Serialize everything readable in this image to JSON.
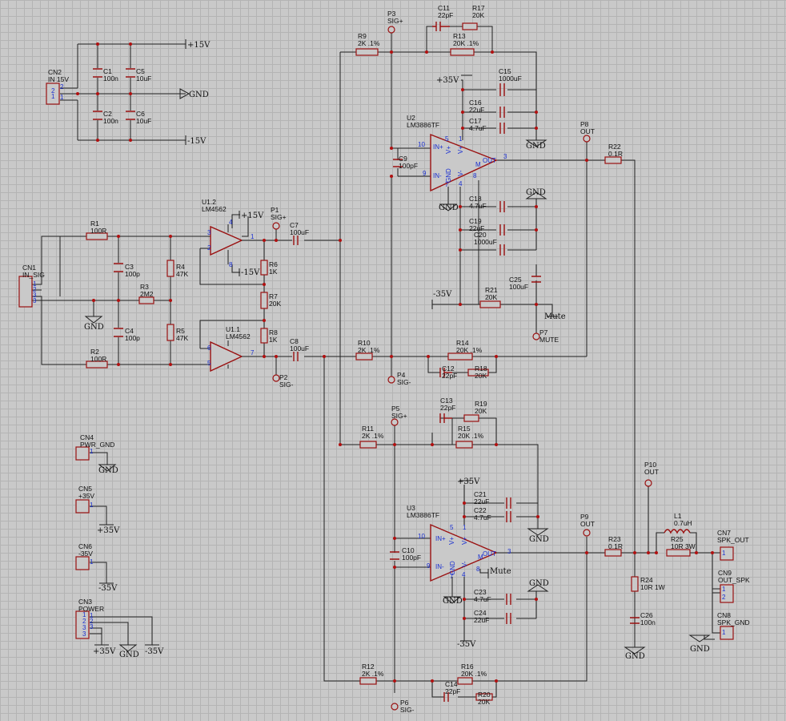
{
  "labels": {
    "cn2": [
      "CN2",
      "IN 15V"
    ],
    "c1": [
      "C1",
      "100n"
    ],
    "c5": [
      "C5",
      "10uF"
    ],
    "c2": [
      "C2",
      "100n"
    ],
    "c6": [
      "C6",
      "10uF"
    ],
    "p15a": "+15V",
    "gnd_top": "GND",
    "m15a": "-15V",
    "cn1": [
      "CN1",
      "IN_SIG"
    ],
    "r1": [
      "R1",
      "100R"
    ],
    "r2": [
      "R2",
      "100R"
    ],
    "c3": [
      "C3",
      "100p"
    ],
    "c4": [
      "C4",
      "100p"
    ],
    "r3": [
      "R3",
      "2M2"
    ],
    "r4": [
      "R4",
      "47K"
    ],
    "r5": [
      "R5",
      "47K"
    ],
    "u12": [
      "U1.2",
      "LM4562"
    ],
    "u11": [
      "U1.1",
      "LM4562"
    ],
    "p15b": "+15V",
    "m15b": "-15V",
    "r6": [
      "R6",
      "1K"
    ],
    "r7": [
      "R7",
      "20K"
    ],
    "r8": [
      "R8",
      "1K"
    ],
    "p1": [
      "P1",
      "SIG+"
    ],
    "p2": [
      "P2",
      "SIG-"
    ],
    "c7": [
      "C7",
      "100uF"
    ],
    "c8": [
      "C8",
      "100uF"
    ],
    "gnd_in": "GND",
    "p3": [
      "P3",
      "SIG+"
    ],
    "c11": [
      "C11",
      "22pF"
    ],
    "r17": [
      "R17",
      "20K"
    ],
    "r9": [
      "R9",
      "2K .1%"
    ],
    "r13": [
      "R13",
      "20K .1%"
    ],
    "c15": [
      "C15",
      "1000uF"
    ],
    "c16": [
      "C16",
      "22uF"
    ],
    "c17": [
      "C17",
      "4.7uF"
    ],
    "p35a": "+35V",
    "gnd_u2a": "GND",
    "u2": [
      "U2",
      "LM3886TF"
    ],
    "c9": [
      "C9",
      "100pF"
    ],
    "gnd_u2b": "GND",
    "gnd_u2c": "GND",
    "p8": [
      "P8",
      "OUT"
    ],
    "r22": [
      "R22",
      "0.1R"
    ],
    "c18": [
      "C18",
      "4.7uF"
    ],
    "c19": [
      "C19",
      "22uF"
    ],
    "c20": [
      "C20",
      "1000uF"
    ],
    "m35a": "-35V",
    "r21": [
      "R21",
      "20K"
    ],
    "c25": [
      "C25",
      "100uF"
    ],
    "mute_a": "Mute",
    "p7": [
      "P7",
      "MUTE"
    ],
    "r10": [
      "R10",
      "2K .1%"
    ],
    "r14": [
      "R14",
      "20K .1%"
    ],
    "p4": [
      "P4",
      "SIG-"
    ],
    "c12": [
      "C12",
      "22pF"
    ],
    "r18": [
      "R18",
      "20K"
    ],
    "p5": [
      "P5",
      "SIG+"
    ],
    "c13": [
      "C13",
      "22pF"
    ],
    "r19": [
      "R19",
      "20K"
    ],
    "r11": [
      "R11",
      "2K .1%"
    ],
    "r15": [
      "R15",
      "20K .1%"
    ],
    "p35b": "+35V",
    "c21": [
      "C21",
      "22uF"
    ],
    "c22": [
      "C22",
      "4.7uF"
    ],
    "gnd_u3a": "GND",
    "u3": [
      "U3",
      "LM3886TF"
    ],
    "c10": [
      "C10",
      "100pF"
    ],
    "gnd_u3b": "GND",
    "mute_b": "Mute",
    "p9": [
      "P9",
      "OUT"
    ],
    "r23": [
      "R23",
      "0.1R"
    ],
    "c23": [
      "C23",
      "4.7uF"
    ],
    "c24": [
      "C24",
      "22uF"
    ],
    "gnd_u3c": "GND",
    "m35b": "-35V",
    "r12": [
      "R12",
      "2K .1%"
    ],
    "r16": [
      "R16",
      "20K .1%"
    ],
    "c14": [
      "C14",
      "22pF"
    ],
    "r20": [
      "R20",
      "20K"
    ],
    "p6": [
      "P6",
      "SIG-"
    ],
    "p10": [
      "P10",
      "OUT"
    ],
    "l1": [
      "L1",
      "0.7uH"
    ],
    "r25": [
      "R25",
      "10R 3W"
    ],
    "r24": [
      "R24",
      "10R 1W"
    ],
    "c26": [
      "C26",
      "100n"
    ],
    "gnd_out": "GND",
    "cn7": [
      "CN7",
      "SPK_OUT"
    ],
    "cn9": [
      "CN9",
      "OUT_SPK"
    ],
    "cn8": [
      "CN8",
      "SPK_GND"
    ],
    "gnd_spk": "GND",
    "cn4": [
      "CN4",
      "PWR_GND"
    ],
    "gnd_cn4": "GND",
    "cn5": [
      "CN5",
      "+35V"
    ],
    "p35c": "+35V",
    "cn6": [
      "CN6",
      "-35V"
    ],
    "m35c": "-35V",
    "cn3": [
      "CN3",
      "POWER"
    ],
    "p35d": "+35V",
    "gnd_cn3": "GND",
    "m35d": "-35V",
    "pins": {
      "one": "1",
      "two": "2",
      "three": "3",
      "four": "4",
      "five": "5",
      "six": "6",
      "seven": "7",
      "eight": "8",
      "nine": "9",
      "ten": "10",
      "inp": "IN+",
      "inm": "IN-",
      "vp": "V+",
      "vm": "V-",
      "gnd": "GND",
      "out": "OUT",
      "m": "M"
    }
  }
}
